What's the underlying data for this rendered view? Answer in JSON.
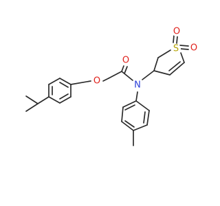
{
  "molecule": {
    "atoms": [
      {
        "id": "o_ether",
        "label": "O",
        "color": "#e0201b"
      },
      {
        "id": "o_carbonyl",
        "label": "O",
        "color": "#e0201b"
      },
      {
        "id": "n_amide",
        "label": "N",
        "color": "#2a3fd8"
      },
      {
        "id": "s_sulfone",
        "label": "S",
        "color": "#b5a300"
      },
      {
        "id": "o_sulfone_1",
        "label": "O",
        "color": "#e0201b"
      },
      {
        "id": "o_sulfone_2",
        "label": "O",
        "color": "#e0201b"
      }
    ],
    "bond_color": "#2b2b2b",
    "background": "#ffffff"
  }
}
